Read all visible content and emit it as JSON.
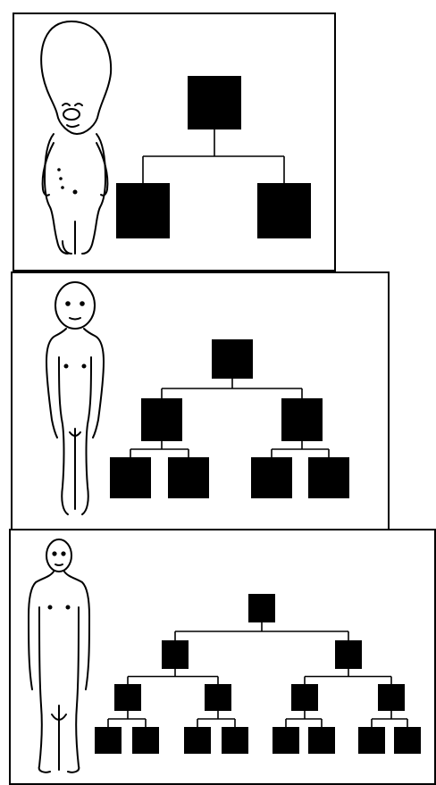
{
  "panels": [
    {
      "name": "panel-1",
      "figure": "fetus-figure",
      "tree_levels": 2
    },
    {
      "name": "panel-2",
      "figure": "child-figure",
      "tree_levels": 3
    },
    {
      "name": "panel-3",
      "figure": "adult-figure",
      "tree_levels": 4
    }
  ],
  "colors": {
    "ink": "#000000",
    "paper": "#ffffff"
  }
}
